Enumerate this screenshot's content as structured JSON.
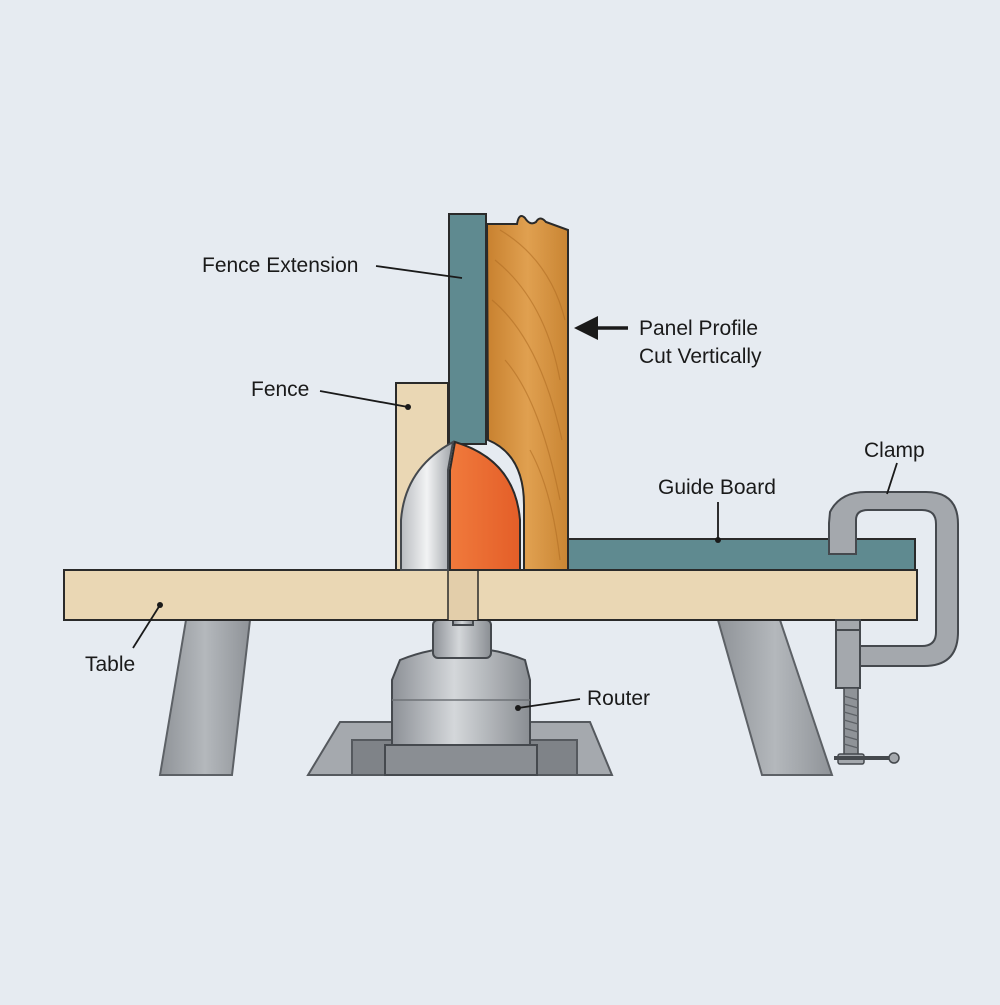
{
  "labels": {
    "fence_extension": "Fence Extension",
    "fence": "Fence",
    "panel_profile_line1": "Panel Profile",
    "panel_profile_line2": "Cut Vertically",
    "clamp": "Clamp",
    "guide_board": "Guide Board",
    "table": "Table",
    "router": "Router"
  },
  "colors": {
    "background": "#e6ebf1",
    "table_wood": "#ead7b4",
    "fence_wood": "#ead7b4",
    "fence_extension": "#5f8a90",
    "guide_board": "#5f8a90",
    "panel_wood": "#d9953e",
    "router_bit_cutter": "#ea6a32",
    "steel": "#a9adb2",
    "router_body": "#9ea2a7",
    "clamp": "#a4a8ad",
    "outline": "#2a2a2a"
  }
}
